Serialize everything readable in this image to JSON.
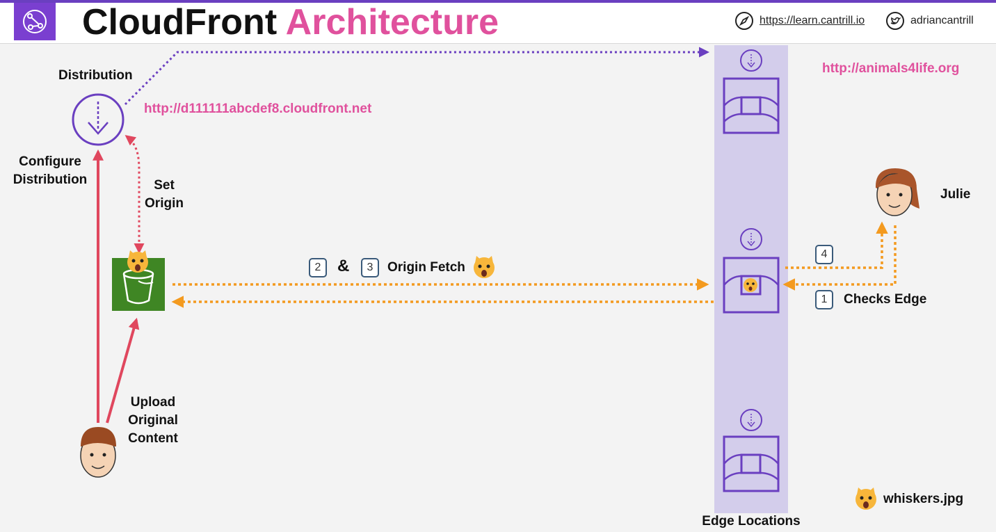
{
  "header": {
    "title_part1": "CloudFront",
    "title_part2": "Architecture",
    "website": "https://learn.cantrill.io",
    "twitter": "adriancantrill",
    "icons": [
      "cloudfront-logo-icon",
      "compass-icon",
      "twitter-bird-icon"
    ]
  },
  "labels": {
    "distribution": "Distribution",
    "distribution_url": "http://d111111abcdef8.cloudfront.net",
    "configure_line1": "Configure",
    "configure_line2": "Distribution",
    "set_origin_line1": "Set",
    "set_origin_line2": "Origin",
    "upload_line1": "Upload",
    "upload_line2": "Original",
    "upload_line3": "Content",
    "step_2": "2",
    "ampersand": "&",
    "step_3": "3",
    "origin_fetch": "Origin Fetch",
    "step_4": "4",
    "step_1": "1",
    "checks_edge": "Checks Edge",
    "julie": "Julie",
    "site_url": "http://animals4life.org",
    "edge_locations": "Edge Locations",
    "whiskers": "whiskers.jpg"
  },
  "colors": {
    "accent_purple": "#6a3fc0",
    "pink": "#e0519d",
    "red_arrow": "#e0475e",
    "orange_arrow": "#f39a1f",
    "edge_column": "#d3cdeb",
    "s3_green": "#3f8624"
  }
}
